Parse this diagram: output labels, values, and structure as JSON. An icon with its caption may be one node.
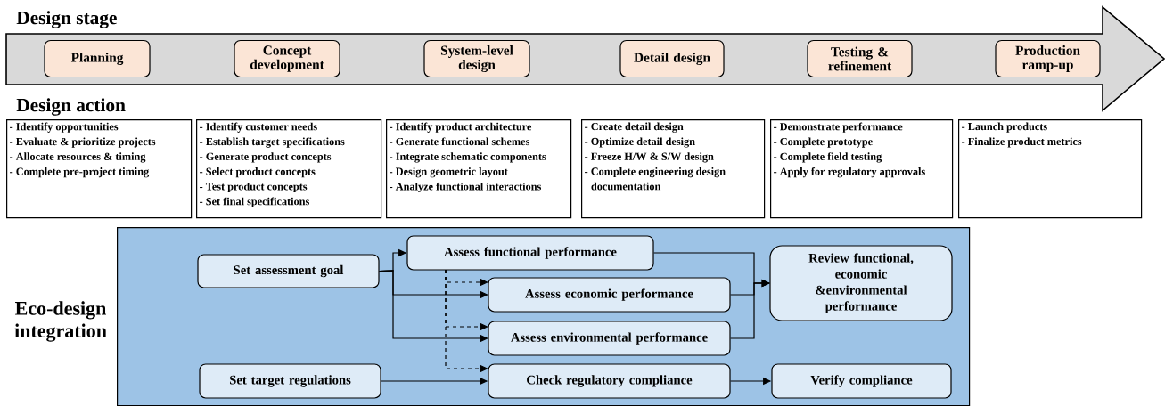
{
  "diagram": {
    "nodes": [
      {
        "text": [],
        "shape": "arrow"
      },
      {
        "text": [
          "Planning"
        ],
        "in": 0
      },
      {
        "text": [
          "Concept development"
        ],
        "in": 0
      },
      {
        "text": [
          "System-level design"
        ],
        "in": 0
      },
      {
        "text": [
          "Detail design"
        ],
        "in": 0
      },
      {
        "text": [
          "Testing & refinement"
        ],
        "in": 0
      },
      {
        "text": [
          "Production ramp-up"
        ],
        "in": 0
      },
      {
        "text": [
          "- Identify opportunities",
          "- Evaluate & prioritize projects",
          "- Allocate resources & timing",
          "- Complete pre-project timing"
        ]
      },
      {
        "text": [
          "- Identify customer needs",
          "- Establish target specifications",
          "- Generate product concepts",
          "- Select product concepts",
          "- Test product concepts",
          "- Set final specifications"
        ]
      },
      {
        "text": [
          "- Identify product architecture",
          "- Generate functional schemes",
          "- Integrate schematic components",
          "- Design geometric layout",
          "- Analyze functional interactions"
        ]
      },
      {
        "text": [
          "- Create detail design",
          "- Optimize detail design",
          "- Freeze H/W & S/W design",
          "- Complete engineering design documentation"
        ]
      },
      {
        "text": [
          "- Demonstrate performance",
          "- Complete prototype",
          "- Complete field testing",
          "- Apply for regulatory approvals"
        ]
      },
      {
        "text": [
          "- Launch products",
          "- Finalize product metrics"
        ]
      },
      {
        "text": [],
        "shape": "box"
      },
      {
        "text": [
          "Set assessment goal"
        ],
        "in": 13
      },
      {
        "text": [
          "Assess functional performance"
        ],
        "in": 13
      },
      {
        "text": [
          "Assess economic performance"
        ],
        "in": 13
      },
      {
        "text": [
          "Assess environmental performance"
        ],
        "in": 13
      },
      {
        "text": [
          "Review functional, economic &environmental performance"
        ],
        "in": 13
      },
      {
        "text": [
          "Set target regulations"
        ],
        "in": 13
      },
      {
        "text": [
          "Check regulatory compliance"
        ],
        "in": 13
      },
      {
        "text": [
          "Verify compliance"
        ],
        "in": 13
      }
    ],
    "edges": [
      {
        "from": 14,
        "to": 15,
        "arrow": "to"
      },
      {
        "from": 14,
        "to": 16,
        "arrow": "to"
      },
      {
        "from": 14,
        "to": 17,
        "arrow": "to"
      },
      {
        "from": 15,
        "to": 16,
        "arrow": "to",
        "style": "dashed"
      },
      {
        "from": 15,
        "to": 17,
        "arrow": "to",
        "style": "dashed"
      },
      {
        "from": 15,
        "to": 20,
        "arrow": "to",
        "style": "dashed"
      },
      {
        "from": 15,
        "to": 18,
        "arrow": "to"
      },
      {
        "from": 16,
        "to": 18,
        "arrow": "to"
      },
      {
        "from": 17,
        "to": 18,
        "arrow": "to"
      },
      {
        "from": 19,
        "to": 20,
        "arrow": "to"
      },
      {
        "from": 20,
        "to": 21,
        "arrow": "to"
      }
    ],
    "labels": [
      "Design stage",
      "Design action",
      "Eco-design integration"
    ]
  }
}
